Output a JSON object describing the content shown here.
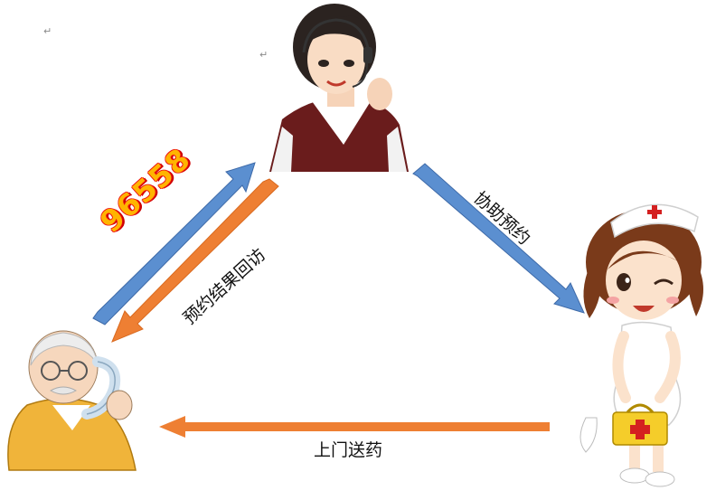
{
  "labels": {
    "hotline": "96558",
    "callback": "预约结果回访",
    "assist": "协助预约",
    "deliver": "上门送药"
  },
  "return_mark": "↵",
  "colors": {
    "blue_arrow": "#5b8fd0",
    "orange_arrow": "#ee7f33",
    "hotline_fill": "#ffb400",
    "hotline_outline": "#e11111"
  },
  "actors": [
    "operator-figure",
    "nurse-figure",
    "elderly-man-figure"
  ]
}
